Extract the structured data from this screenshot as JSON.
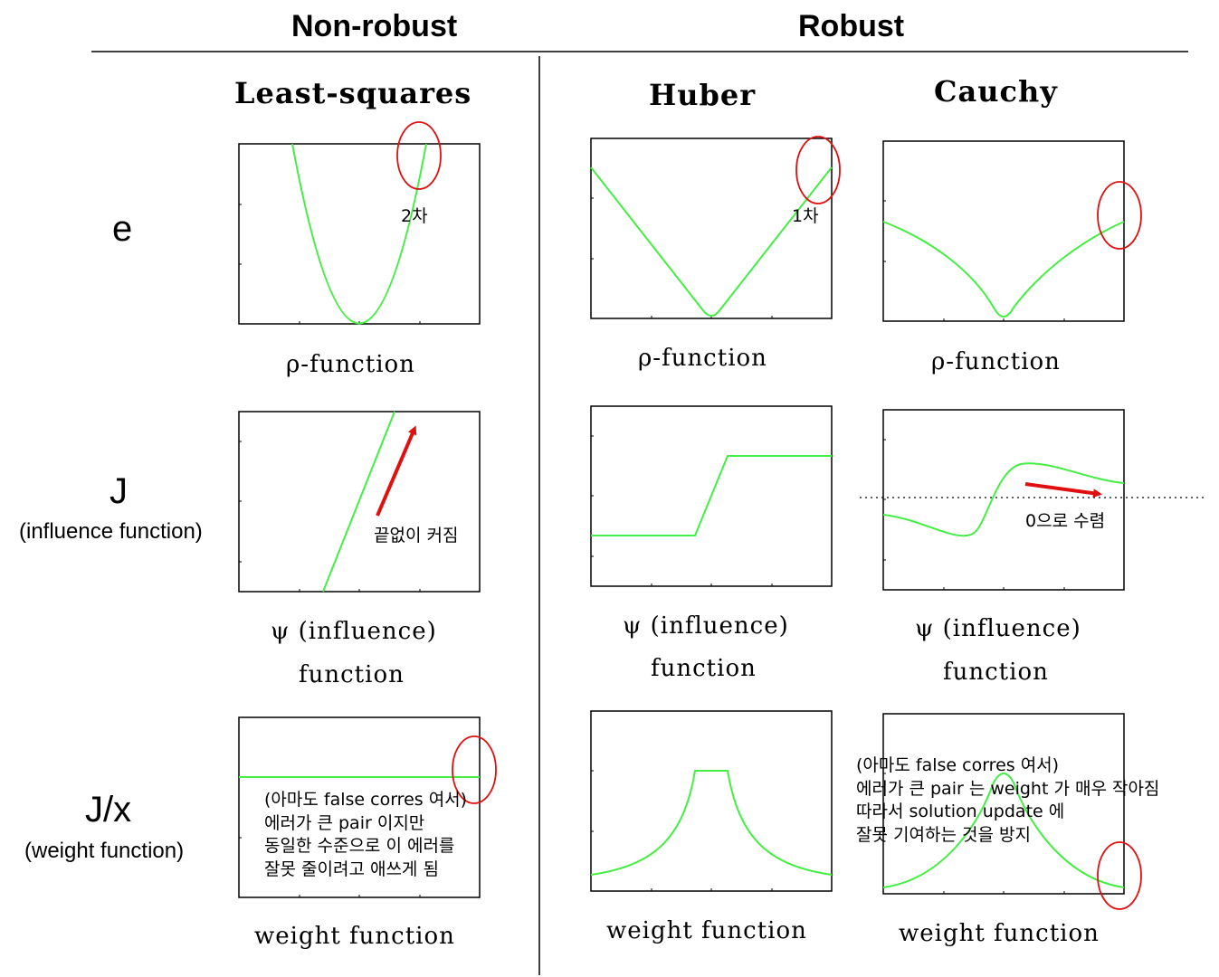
{
  "headers": {
    "nonrobust": "Non-robust",
    "robust": "Robust"
  },
  "columns": {
    "ls": "Least-squares",
    "huber": "Huber",
    "cauchy": "Cauchy"
  },
  "rows": {
    "e": {
      "label": "e",
      "sub": ""
    },
    "j": {
      "label": "J",
      "sub": "(influence function)"
    },
    "jx": {
      "label": "J/x",
      "sub": "(weight function)"
    }
  },
  "captions": {
    "rho_ls": "ρ-function",
    "rho_huber": "ρ-function",
    "rho_cauchy": "ρ-function",
    "psi_ls_1": "ψ (influence)",
    "psi_ls_2": "function",
    "psi_huber_1": "ψ (influence)",
    "psi_huber_2": "function",
    "psi_cauchy_1": "ψ (influence)",
    "psi_cauchy_2": "function",
    "w_ls": "weight function",
    "w_huber": "weight function",
    "w_cauchy": "weight function"
  },
  "annotations": {
    "ls_rho": "2차",
    "huber_rho": "1차",
    "ls_psi": "끝없이 커짐",
    "cauchy_psi": "0으로 수렴",
    "ls_weight": [
      "(아마도 false corres 여서)",
      "에러가 큰 pair 이지만",
      "동일한 수준으로 이 에러를",
      "잘못 줄이려고 애쓰게 됨"
    ],
    "cauchy_weight": [
      "(아마도 false corres 여서)",
      "에러가 큰 pair 는 weight 가 매우 작아짐",
      "따라서 solution update 에",
      "잘못 기여하는 것을 방지"
    ]
  },
  "colors": {
    "curve": "#44ee44",
    "annotation": "#e01010",
    "axis": "#000000"
  }
}
